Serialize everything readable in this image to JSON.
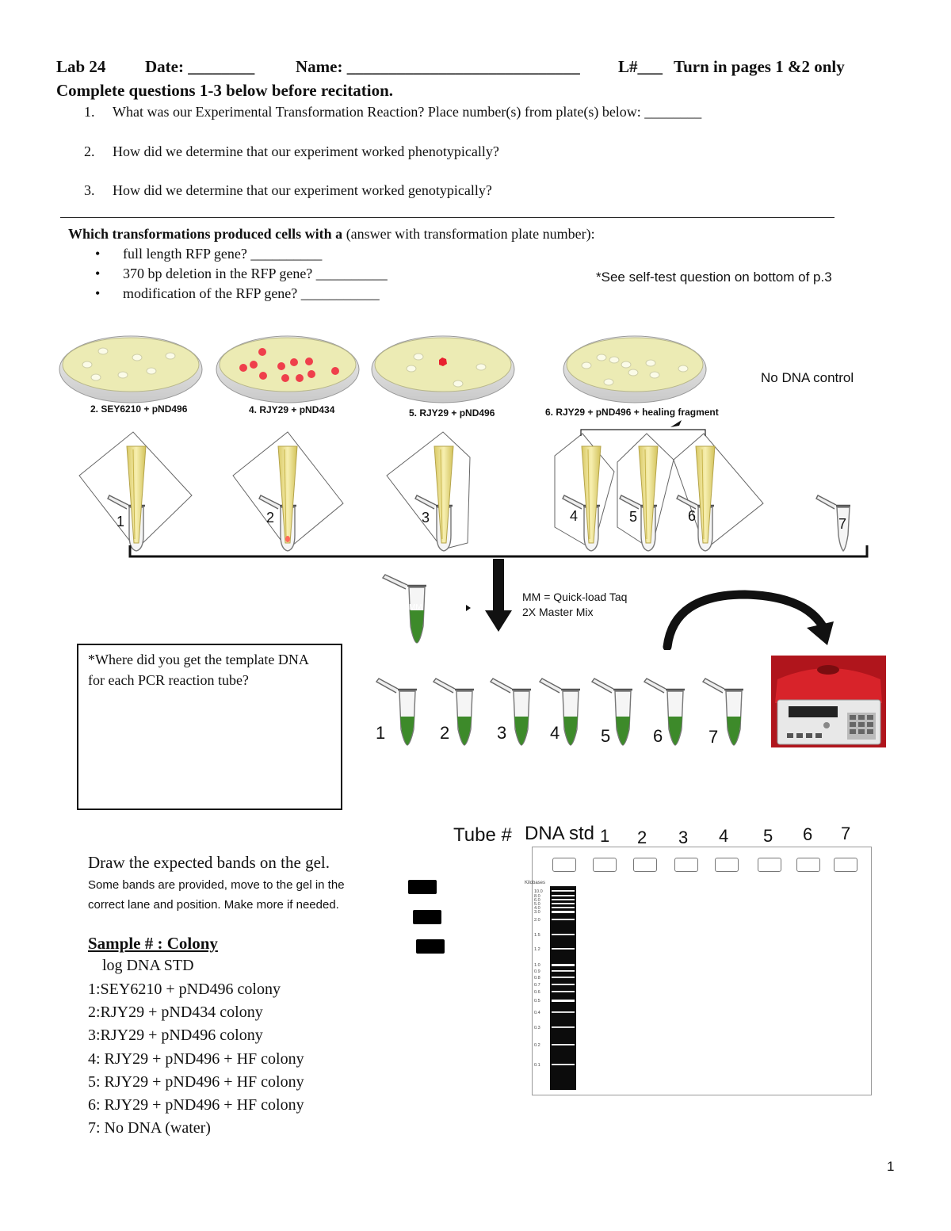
{
  "header": {
    "lab": "Lab 24",
    "date": "Date: ________",
    "name": "Name: ____________________________",
    "lnum": "L#___",
    "turn_in": "Turn in pages 1 &2 only"
  },
  "intro": "Complete questions 1-3 below before recitation.",
  "questions": [
    {
      "num": "1.",
      "text": "What was our Experimental Transformation Reaction? Place number(s) from plate(s) below: ________"
    },
    {
      "num": "2.",
      "text": "How did we determine that our experiment worked phenotypically?"
    },
    {
      "num": "3.",
      "text": "How did we determine that our experiment worked genotypically?"
    }
  ],
  "which": {
    "lead_bold": "Which transformations produced cells with a",
    "lead_rest": " (answer with transformation plate number):",
    "bullets": [
      "full length RFP gene? __________",
      "370 bp deletion in the RFP gene? __________",
      "modification of the RFP gene? ___________"
    ],
    "self_test": "*See self-test question on bottom of p.3"
  },
  "plates": [
    {
      "label": "2. SEY6210 + pND496"
    },
    {
      "label": "4. RJY29 + pND434"
    },
    {
      "label": "5. RJY29 + pND496"
    },
    {
      "label": "6. RJY29 + pND496 + healing fragment"
    }
  ],
  "no_dna_control": "No DNA control",
  "colony_tubes": [
    "1",
    "2",
    "3",
    "4",
    "5",
    "6",
    "7"
  ],
  "master_mix": {
    "tube_label": "MM",
    "legend_line1": "MM = Quick-load Taq",
    "legend_line2": "2X Master Mix"
  },
  "template_box": "*Where did you get the template DNA for each PCR reaction tube?",
  "pcr_tubes": [
    "1",
    "2",
    "3",
    "4",
    "5",
    "6",
    "7"
  ],
  "gel": {
    "tube_label": "Tube #",
    "std_label": "DNA std",
    "lanes": [
      "1",
      "2",
      "3",
      "4",
      "5",
      "6",
      "7"
    ],
    "ladder_title": "Kilobases",
    "ladder_ticks": [
      "10.0",
      "8.0",
      "6.0",
      "5.0",
      "4.0",
      "3.0",
      "2.0",
      "1.5",
      "1.2",
      "1.0",
      "0.9",
      "0.8",
      "0.7",
      "0.6",
      "0.5",
      "0.4",
      "0.3",
      "0.2",
      "0.1"
    ]
  },
  "instructions": {
    "title": "Draw the expected bands on the gel.",
    "body": "Some bands are provided, move to the gel in the correct lane and position. Make more if needed."
  },
  "samples": {
    "heading": "Sample # : Colony",
    "items": [
      "log DNA STD",
      "1:SEY6210 + pND496 colony",
      "2:RJY29 + pND434 colony",
      "3:RJY29 + pND496 colony",
      "4: RJY29 + pND496 + HF colony",
      "5: RJY29 + pND496 + HF colony",
      "6: RJY29 + pND496 + HF colony",
      "7: No DNA (water)"
    ]
  },
  "page_number": "1",
  "colors": {
    "agar": "#ecebb4",
    "colony_white": "#fbfbe8",
    "colony_red": "#ef3f4b",
    "tip_yellow": "#efe39a",
    "mm_green": "#3d8a2a",
    "pcr_red": "#d4232b"
  }
}
